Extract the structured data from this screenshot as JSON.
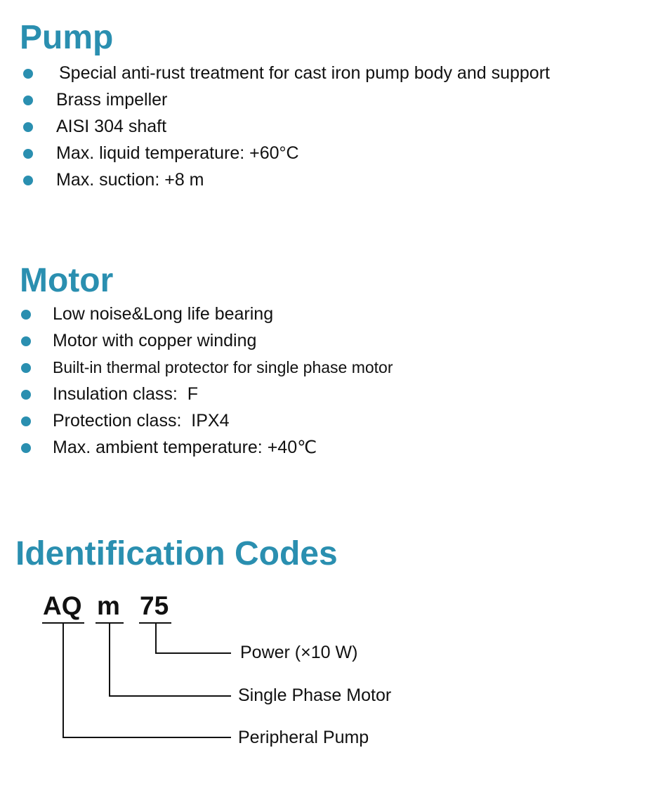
{
  "pump": {
    "title": "Pump",
    "items": [
      "Special anti-rust treatment for cast iron pump body and support",
      "Brass impeller",
      "AISI 304 shaft",
      "Max. liquid temperature: +60°C",
      "Max. suction: +8 m"
    ]
  },
  "motor": {
    "title": "Motor",
    "items": [
      "Low noise&Long life bearing",
      "Motor with copper winding",
      "Built-in thermal protector for single phase motor",
      "Insulation class:  F",
      "Protection class:  IPX4",
      "Max. ambient temperature: +40℃"
    ]
  },
  "identification": {
    "title": "Identification Codes",
    "codes": [
      {
        "code": "AQ",
        "description": "Peripheral Pump"
      },
      {
        "code": "m",
        "description": "Single Phase Motor"
      },
      {
        "code": "75",
        "description": "Power (×10 W)"
      }
    ]
  },
  "colors": {
    "accent": "#2a8fb0",
    "text": "#111111"
  }
}
